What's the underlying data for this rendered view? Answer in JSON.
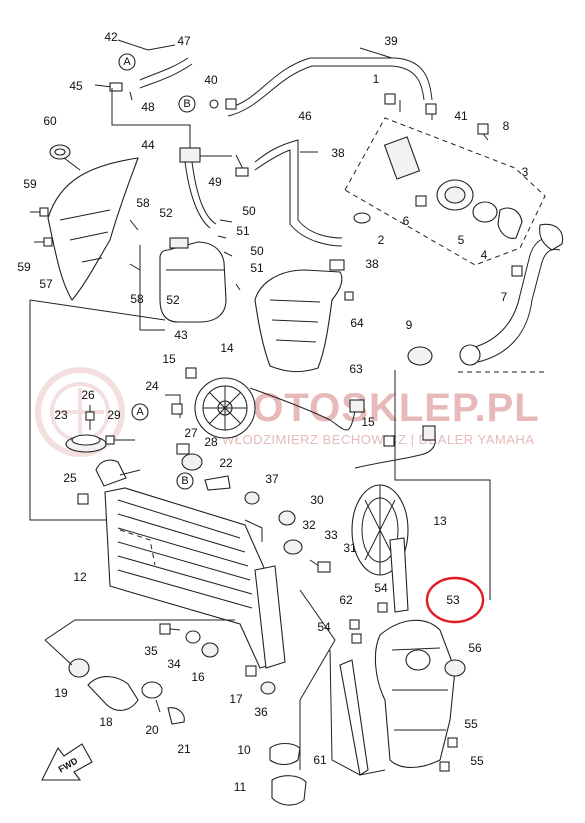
{
  "watermark": {
    "brand": "MOTOSKLEP.PL",
    "dealer": "WŁODZIMIERZ BECHOWICZ | DEALER YAMAHA",
    "color": "#e7b9b9"
  },
  "highlight_color": "#e01b24",
  "markers": {
    "a": "A",
    "b": "B"
  },
  "fwd_label": "FWD",
  "callouts": [
    {
      "num": "42"
    },
    {
      "num": "47"
    },
    {
      "num": "39"
    },
    {
      "num": "45"
    },
    {
      "num": "48"
    },
    {
      "num": "40"
    },
    {
      "num": "1"
    },
    {
      "num": "41"
    },
    {
      "num": "60"
    },
    {
      "num": "44"
    },
    {
      "num": "49"
    },
    {
      "num": "46"
    },
    {
      "num": "38"
    },
    {
      "num": "8"
    },
    {
      "num": "3"
    },
    {
      "num": "59"
    },
    {
      "num": "58"
    },
    {
      "num": "52"
    },
    {
      "num": "50"
    },
    {
      "num": "51"
    },
    {
      "num": "6"
    },
    {
      "num": "2"
    },
    {
      "num": "5"
    },
    {
      "num": "4"
    },
    {
      "num": "59"
    },
    {
      "num": "57"
    },
    {
      "num": "50"
    },
    {
      "num": "38"
    },
    {
      "num": "7"
    },
    {
      "num": "58"
    },
    {
      "num": "52"
    },
    {
      "num": "51"
    },
    {
      "num": "43"
    },
    {
      "num": "64"
    },
    {
      "num": "9"
    },
    {
      "num": "63"
    },
    {
      "num": "15"
    },
    {
      "num": "14"
    },
    {
      "num": "24"
    },
    {
      "num": "26"
    },
    {
      "num": "23"
    },
    {
      "num": "29"
    },
    {
      "num": "27"
    },
    {
      "num": "28"
    },
    {
      "num": "15"
    },
    {
      "num": "22"
    },
    {
      "num": "25"
    },
    {
      "num": "37"
    },
    {
      "num": "30"
    },
    {
      "num": "32"
    },
    {
      "num": "13"
    },
    {
      "num": "33"
    },
    {
      "num": "31"
    },
    {
      "num": "12"
    },
    {
      "num": "54"
    },
    {
      "num": "53"
    },
    {
      "num": "62"
    },
    {
      "num": "35"
    },
    {
      "num": "54"
    },
    {
      "num": "34"
    },
    {
      "num": "56"
    },
    {
      "num": "16"
    },
    {
      "num": "19"
    },
    {
      "num": "17"
    },
    {
      "num": "36"
    },
    {
      "num": "18"
    },
    {
      "num": "20"
    },
    {
      "num": "55"
    },
    {
      "num": "21"
    },
    {
      "num": "10"
    },
    {
      "num": "61"
    },
    {
      "num": "55"
    },
    {
      "num": "11"
    }
  ]
}
